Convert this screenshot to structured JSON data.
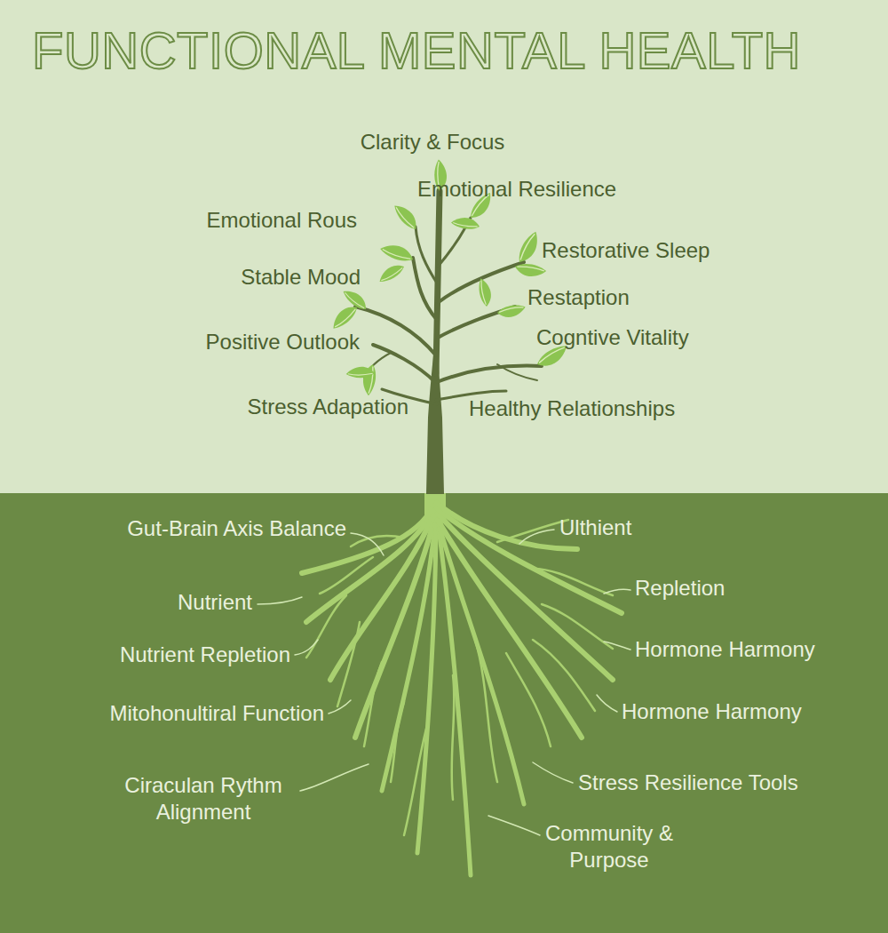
{
  "diagram": {
    "title": "FUNCTIONAL MENTAL HEALTH",
    "labels": [
      "Clarity & Focus",
      "Emotional Resilience",
      "Emotional Rous",
      "Restorative Sleep",
      "Stable Mood",
      "Restaption",
      "Positive Outlook",
      "Cogntive Vitality",
      "Stress Adapation",
      "Healthy Relationships",
      "Gut-Brain Axis Balance",
      "Ulthient",
      "Nutrient",
      "Repletion",
      "Nutrient Repletion",
      "Hormone Harmony",
      "Mitohonultiral Function",
      "Hormone Harmony",
      "Ciraculan Rythm Alignment",
      "Stress Resilience Tools",
      "Community & Purpose"
    ]
  }
}
